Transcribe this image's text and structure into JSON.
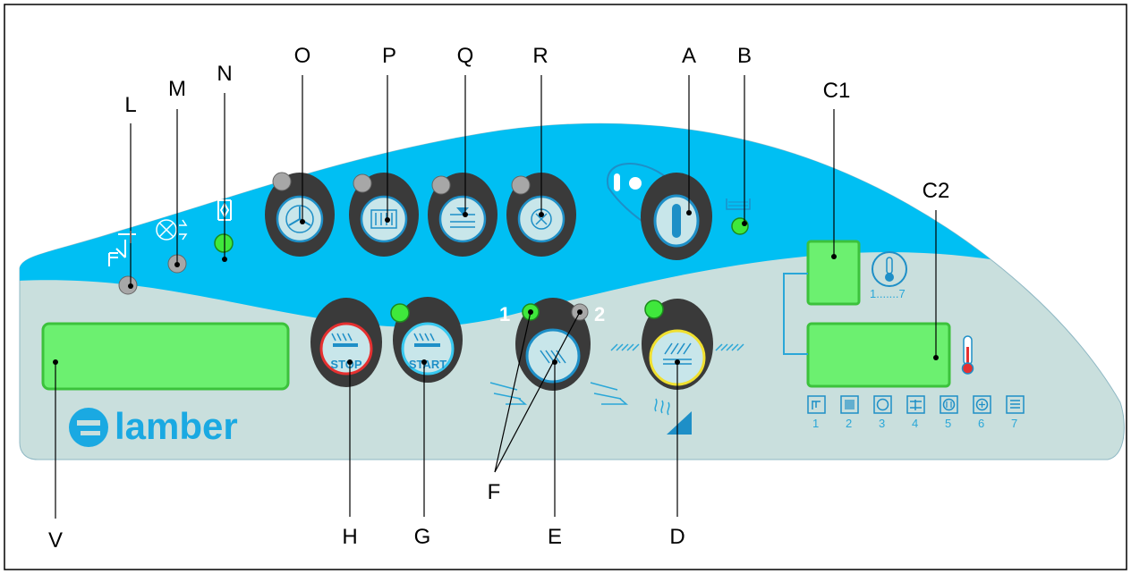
{
  "callouts": {
    "O": "O",
    "P": "P",
    "Q": "Q",
    "R": "R",
    "A": "A",
    "B": "B",
    "L": "L",
    "M": "M",
    "N": "N",
    "C1": "C1",
    "C2": "C2",
    "V": "V",
    "H": "H",
    "G": "G",
    "E": "E",
    "D": "D",
    "F": "F"
  },
  "buttons": {
    "stop_label": "STOP",
    "start_label": "START"
  },
  "selector": {
    "one": "1",
    "two": "2"
  },
  "temperature_scale": "1.......7",
  "programs": [
    "1",
    "2",
    "3",
    "4",
    "5",
    "6",
    "7"
  ],
  "brand": "lamber",
  "colors": {
    "panel_blue": "#00bff3",
    "panel_grey": "#c9dfdd",
    "display_green": "#6cf070",
    "led_green": "#3fe83c",
    "led_grey": "#a7a7a7",
    "stop_ring": "#e53030",
    "start_ring": "#37c8f0",
    "cycle_ring": "#f0e030",
    "icon_blue": "#1e8fc7"
  }
}
